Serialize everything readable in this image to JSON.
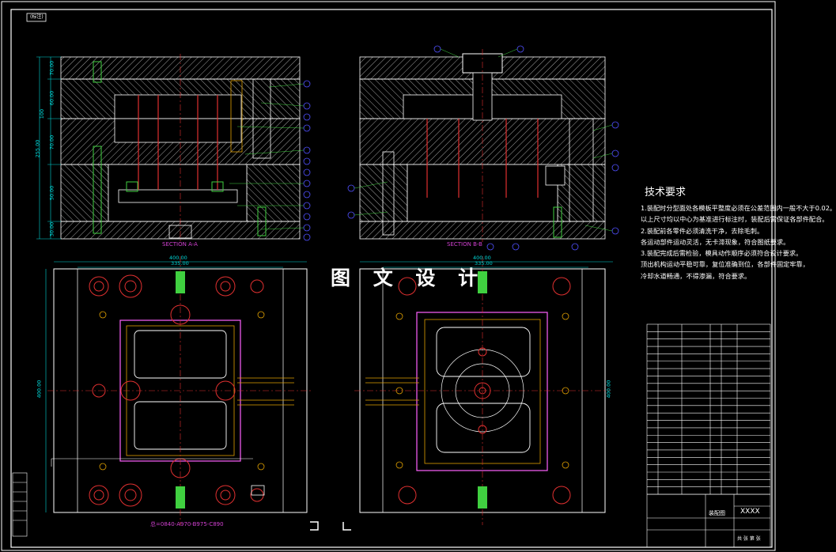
{
  "sheet": {
    "corner_tag": "(标注)",
    "watermark": "图 文 设 计",
    "section_aa": "SECTION A-A",
    "section_bb": "SECTION B-B",
    "bottom_note": "总=0840-A970-B975-C890"
  },
  "dimensions": {
    "left_top": "400.00",
    "left_sub": "335.00",
    "right_top": "400.00",
    "right_sub": "335.00",
    "left_height": "400.00",
    "right_height": "400.00",
    "side_total": "255.00",
    "side_a": "70.00",
    "side_b": "60.00",
    "side_c": "100",
    "side_d": "70.00",
    "side_e": "50.00",
    "side_f": "30.00"
  },
  "tech": {
    "title": "技术要求",
    "items": [
      "1.装配时分型面处各模板平整度必须在公差范围内一般不大于0.02。",
      "以上尺寸均以中心为基准进行标注时，装配后需保证各部件配合。",
      "2.装配前各零件必须清洗干净，去除毛刺。",
      "各运动部件运动灵活，无卡滞现象，符合图纸要求。",
      "3.装配完成后需检验，模具动作顺序必须符合设计要求。",
      "顶出机构运动平稳可靠，复位准确到位，各部件固定牢靠，",
      "冷却水道畅通，不得渗漏，符合要求。"
    ]
  },
  "titleblock": {
    "title": "XXXX",
    "subtitle": "装配图",
    "sheet_label": "共 张 第 张"
  }
}
